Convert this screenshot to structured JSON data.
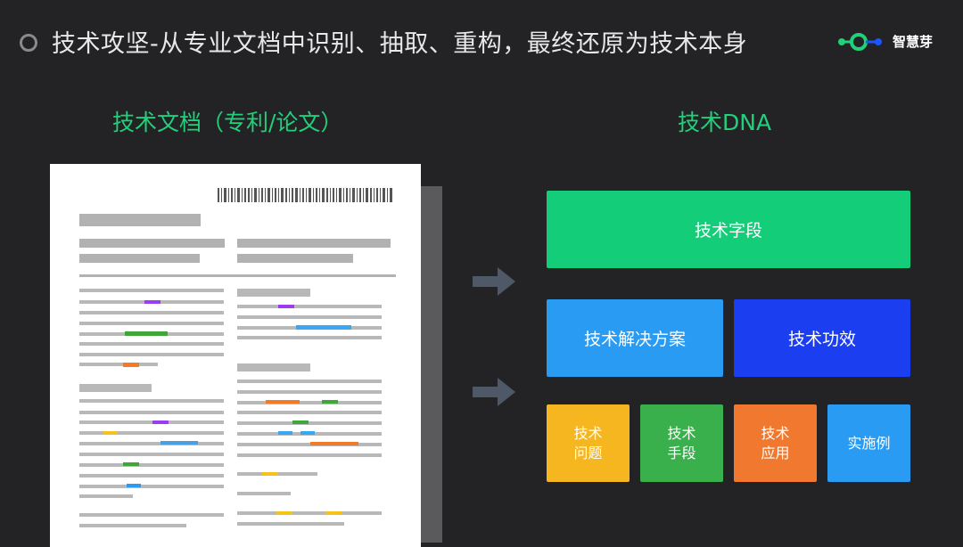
{
  "header": {
    "title": "技术攻坚-从专业文档中识别、抽取、重构，最终还原为技术本身",
    "logo_text": "智慧芽"
  },
  "left_section": {
    "heading": "技术文档（专利/论文）"
  },
  "right_section": {
    "heading": "技术DNA",
    "blocks": {
      "field": "技术字段",
      "solution": "技术解决方案",
      "effect": "技术功效",
      "problem_line1": "技术",
      "problem_line2": "问题",
      "means_line1": "技术",
      "means_line2": "手段",
      "application_line1": "技术",
      "application_line2": "应用",
      "example": "实施例"
    }
  },
  "colors": {
    "background": "#232325",
    "accent_green": "#21d07a",
    "field": "#13cd78",
    "solution": "#2a9bf3",
    "effect": "#1a3ef0",
    "problem": "#f5b61f",
    "means": "#3ab04d",
    "application": "#f1782f",
    "example": "#2a9bf3"
  }
}
